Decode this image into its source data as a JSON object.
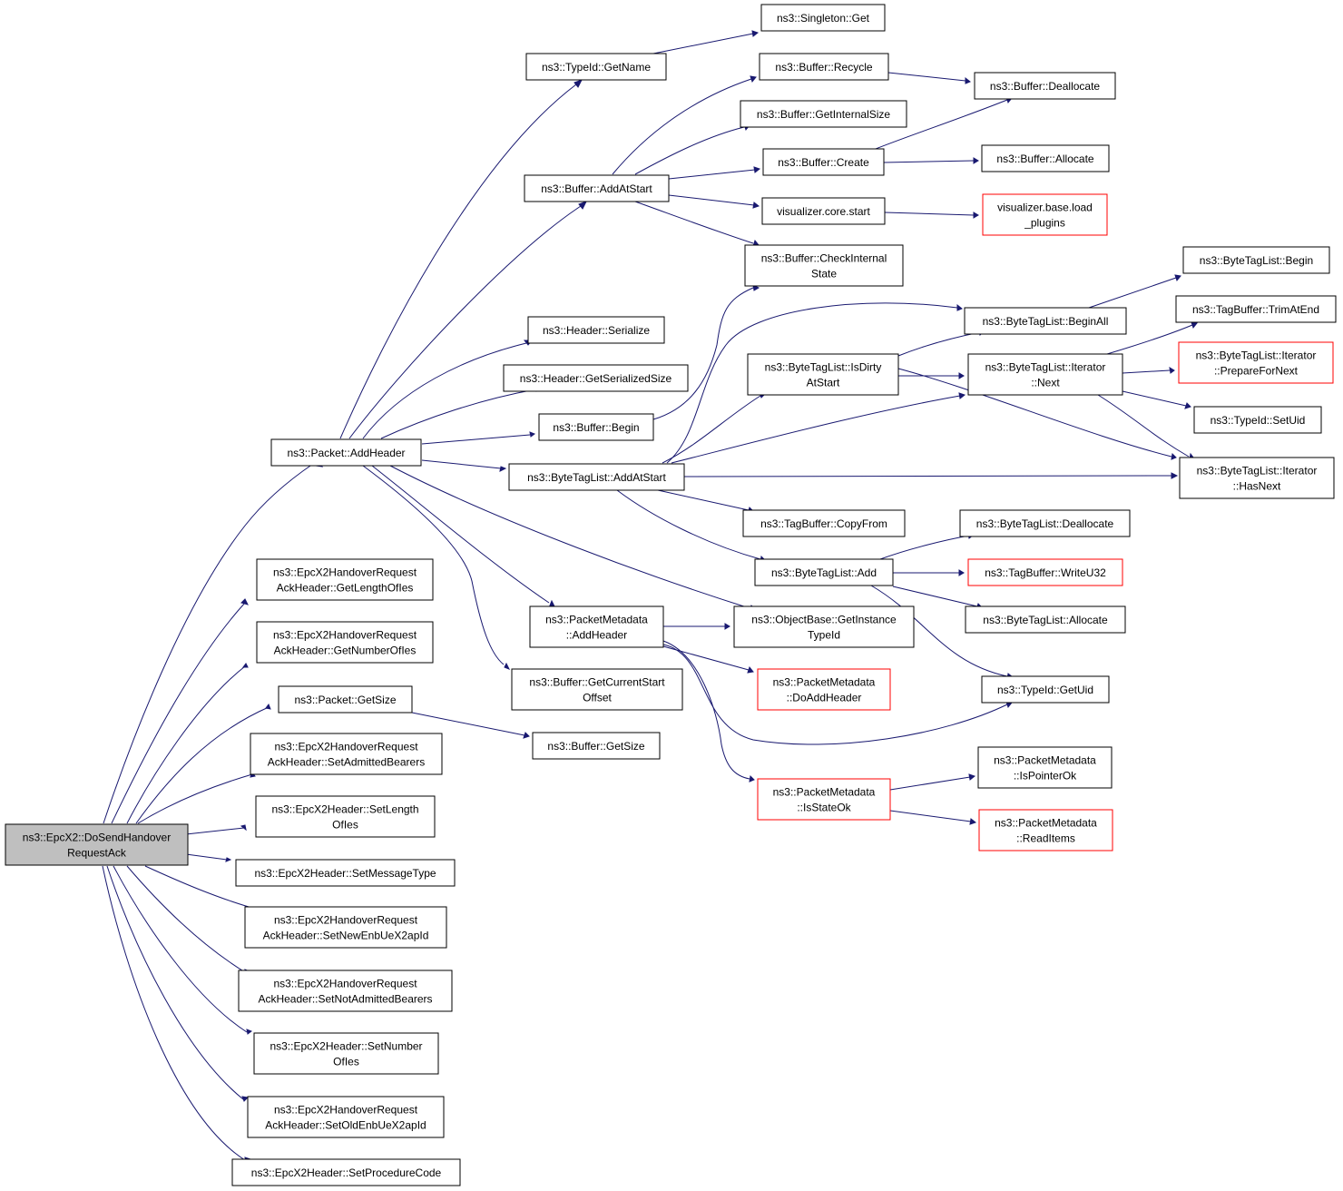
{
  "colors": {
    "edge": "#191970",
    "node_border": "#000000",
    "truncated_border": "#ff0000",
    "root_fill": "#bfbfbf"
  },
  "nodes": [
    {
      "id": "root",
      "lines": [
        "ns3::EpcX2::DoSendHandover",
        "RequestAck"
      ],
      "root": true
    },
    {
      "id": "addheader",
      "lines": [
        "ns3::Packet::AddHeader"
      ]
    },
    {
      "id": "getlenofies",
      "lines": [
        "ns3::EpcX2HandoverRequest",
        "AckHeader::GetLengthOfIes"
      ]
    },
    {
      "id": "getnumofies",
      "lines": [
        "ns3::EpcX2HandoverRequest",
        "AckHeader::GetNumberOfIes"
      ]
    },
    {
      "id": "pktgetsize",
      "lines": [
        "ns3::Packet::GetSize"
      ]
    },
    {
      "id": "setadmitted",
      "lines": [
        "ns3::EpcX2HandoverRequest",
        "AckHeader::SetAdmittedBearers"
      ]
    },
    {
      "id": "setlenofies",
      "lines": [
        "ns3::EpcX2Header::SetLength",
        "OfIes"
      ]
    },
    {
      "id": "setmsgtype",
      "lines": [
        "ns3::EpcX2Header::SetMessageType"
      ]
    },
    {
      "id": "setnewenb",
      "lines": [
        "ns3::EpcX2HandoverRequest",
        "AckHeader::SetNewEnbUeX2apId"
      ]
    },
    {
      "id": "setnotadmitted",
      "lines": [
        "ns3::EpcX2HandoverRequest",
        "AckHeader::SetNotAdmittedBearers"
      ]
    },
    {
      "id": "setnumofies",
      "lines": [
        "ns3::EpcX2Header::SetNumber",
        "OfIes"
      ]
    },
    {
      "id": "setoldenb",
      "lines": [
        "ns3::EpcX2HandoverRequest",
        "AckHeader::SetOldEnbUeX2apId"
      ]
    },
    {
      "id": "setproccode",
      "lines": [
        "ns3::EpcX2Header::SetProcedureCode"
      ]
    },
    {
      "id": "typeidgetname",
      "lines": [
        "ns3::TypeId::GetName"
      ]
    },
    {
      "id": "singletonget",
      "lines": [
        "ns3::Singleton::Get"
      ]
    },
    {
      "id": "bufaddatstart",
      "lines": [
        "ns3::Buffer::AddAtStart"
      ]
    },
    {
      "id": "bufrecycle",
      "lines": [
        "ns3::Buffer::Recycle"
      ]
    },
    {
      "id": "bufdealloc",
      "lines": [
        "ns3::Buffer::Deallocate"
      ]
    },
    {
      "id": "bufgetinternalsize",
      "lines": [
        "ns3::Buffer::GetInternalSize"
      ]
    },
    {
      "id": "bufcreate",
      "lines": [
        "ns3::Buffer::Create"
      ]
    },
    {
      "id": "bufallocate",
      "lines": [
        "ns3::Buffer::Allocate"
      ]
    },
    {
      "id": "vizstart",
      "lines": [
        "visualizer.core.start"
      ]
    },
    {
      "id": "vizload",
      "lines": [
        "visualizer.base.load",
        "_plugins"
      ],
      "red": true
    },
    {
      "id": "bufcheckstate",
      "lines": [
        "ns3::Buffer::CheckInternal",
        "State"
      ]
    },
    {
      "id": "hdrserialize",
      "lines": [
        "ns3::Header::Serialize"
      ]
    },
    {
      "id": "hdrgetsersize",
      "lines": [
        "ns3::Header::GetSerializedSize"
      ]
    },
    {
      "id": "bufbegin",
      "lines": [
        "ns3::Buffer::Begin"
      ]
    },
    {
      "id": "btladdatstart",
      "lines": [
        "ns3::ByteTagList::AddAtStart"
      ]
    },
    {
      "id": "btlisdirty",
      "lines": [
        "ns3::ByteTagList::IsDirty",
        "AtStart"
      ]
    },
    {
      "id": "btlbeginall",
      "lines": [
        "ns3::ByteTagList::BeginAll"
      ]
    },
    {
      "id": "btlbegin",
      "lines": [
        "ns3::ByteTagList::Begin"
      ]
    },
    {
      "id": "tbtrimatend",
      "lines": [
        "ns3::TagBuffer::TrimAtEnd"
      ]
    },
    {
      "id": "btlitnext",
      "lines": [
        "ns3::ByteTagList::Iterator",
        "::Next"
      ]
    },
    {
      "id": "btlitprepare",
      "lines": [
        "ns3::ByteTagList::Iterator",
        "::PrepareForNext"
      ],
      "red": true
    },
    {
      "id": "typeidsetuid",
      "lines": [
        "ns3::TypeId::SetUid"
      ]
    },
    {
      "id": "btlithasnext",
      "lines": [
        "ns3::ByteTagList::Iterator",
        "::HasNext"
      ]
    },
    {
      "id": "tbcopyfrom",
      "lines": [
        "ns3::TagBuffer::CopyFrom"
      ]
    },
    {
      "id": "btladd",
      "lines": [
        "ns3::ByteTagList::Add"
      ]
    },
    {
      "id": "btldealloc",
      "lines": [
        "ns3::ByteTagList::Deallocate"
      ]
    },
    {
      "id": "tbwriteu32",
      "lines": [
        "ns3::TagBuffer::WriteU32"
      ],
      "red": true
    },
    {
      "id": "btlallocate",
      "lines": [
        "ns3::ByteTagList::Allocate"
      ]
    },
    {
      "id": "pmaddheader",
      "lines": [
        "ns3::PacketMetadata",
        "::AddHeader"
      ]
    },
    {
      "id": "objgetinstance",
      "lines": [
        "ns3::ObjectBase::GetInstance",
        "TypeId"
      ]
    },
    {
      "id": "pmdoaddheader",
      "lines": [
        "ns3::PacketMetadata",
        "::DoAddHeader"
      ],
      "red": true
    },
    {
      "id": "typeidgetuid",
      "lines": [
        "ns3::TypeId::GetUid"
      ]
    },
    {
      "id": "bufgetcurstart",
      "lines": [
        "ns3::Buffer::GetCurrentStart",
        "Offset"
      ]
    },
    {
      "id": "bufgetsize",
      "lines": [
        "ns3::Buffer::GetSize"
      ]
    },
    {
      "id": "pmisstateok",
      "lines": [
        "ns3::PacketMetadata",
        "::IsStateOk"
      ],
      "red": true
    },
    {
      "id": "pmispointerok",
      "lines": [
        "ns3::PacketMetadata",
        "::IsPointerOk"
      ]
    },
    {
      "id": "pmreaditems",
      "lines": [
        "ns3::PacketMetadata",
        "::ReadItems"
      ],
      "red": true
    }
  ]
}
